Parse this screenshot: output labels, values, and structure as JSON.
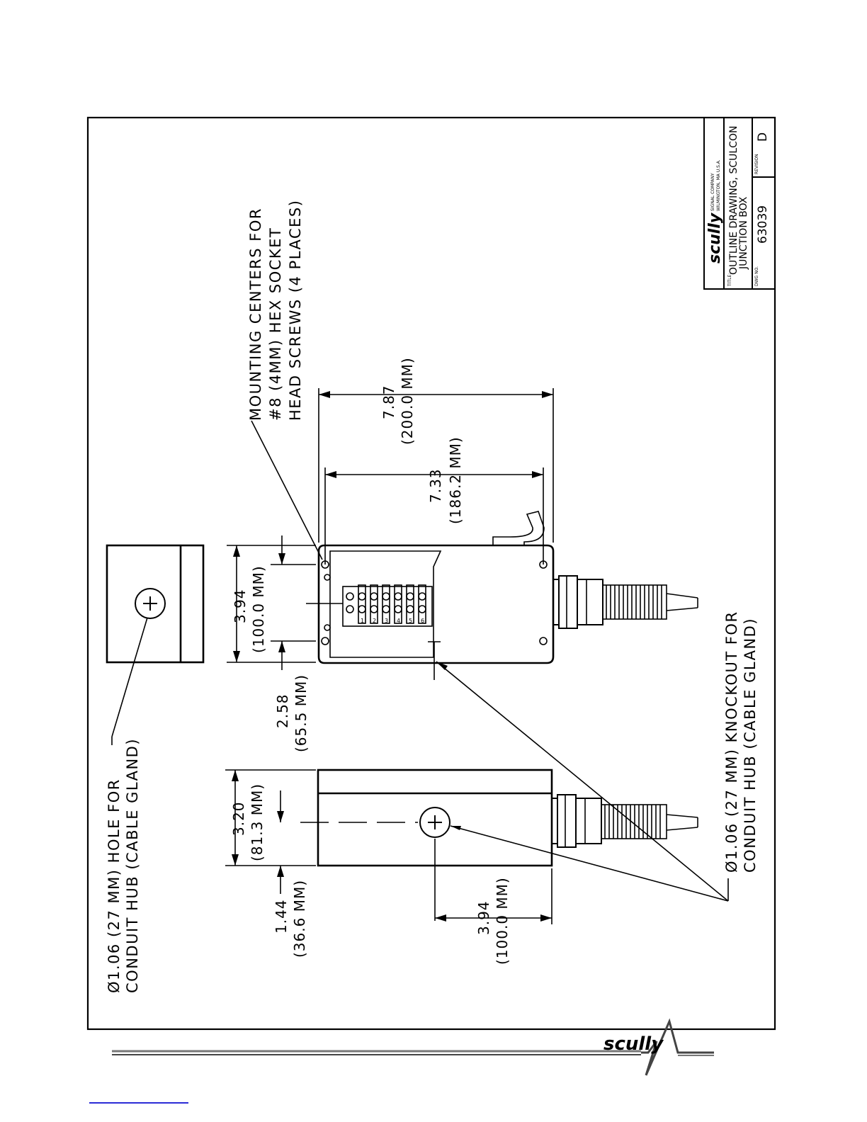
{
  "title_block": {
    "company_logo": "scully",
    "company_name": "SIGNAL COMPANY",
    "company_address": "WILMINGTON, MA U.S.A.",
    "title_label": "TITLE:",
    "title_line1": "OUTLINE DRAWING, SCULCON",
    "title_line2": "JUNCTION BOX",
    "dwg_label": "DWG NO.",
    "dwg_number": "63039",
    "revision_label": "REVISION",
    "revision": "D"
  },
  "notes": {
    "mounting_line1": "MOUNTING CENTERS FOR",
    "mounting_line2": "#8 (4MM) HEX SOCKET",
    "mounting_line3": "HEAD SCREWS (4 PLACES)",
    "hole_line1": "Ø1.06 (27 MM) HOLE FOR",
    "hole_line2": "CONDUIT HUB (CABLE GLAND)",
    "knockout_line1": "Ø1.06 (27 MM) KNOCKOUT FOR",
    "knockout_line2": "CONDUIT HUB (CABLE GLAND)"
  },
  "dimensions": {
    "overall_length_in": "7.87",
    "overall_length_mm": "(200.0 MM)",
    "mount_length_in": "7.33",
    "mount_length_mm": "(186.2 MM)",
    "width_in": "3.94",
    "width_mm": "(100.0 MM)",
    "offset_in": "2.58",
    "offset_mm": "(65.5 MM)",
    "side_height_in": "3.20",
    "side_height_mm": "(81.3 MM)",
    "side_offset_in": "1.44",
    "side_offset_mm": "(36.6 MM)",
    "side_length_in": "3.94",
    "side_length_mm": "(100.0 MM)"
  },
  "terminal_labels": [
    "1",
    "2",
    "3",
    "4",
    "5",
    "6"
  ],
  "footer": {
    "logo": "scully"
  }
}
